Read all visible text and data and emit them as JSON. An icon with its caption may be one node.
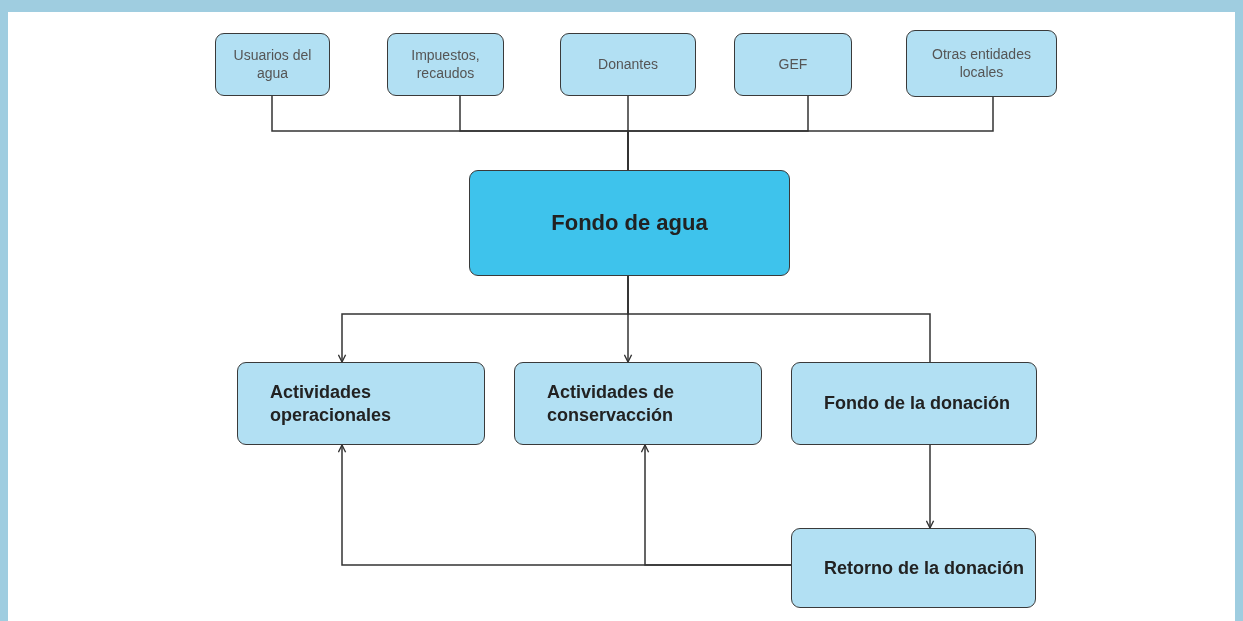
{
  "diagram": {
    "nodes": [
      {
        "text": [
          "Usuarios del agua"
        ]
      },
      {
        "text": [
          "Impuestos, recaudos"
        ]
      },
      {
        "text": [
          "Donantes"
        ]
      },
      {
        "text": [
          "GEF"
        ]
      },
      {
        "text": [
          "Otras entidades locales"
        ]
      },
      {
        "text": [
          "Fondo de agua"
        ]
      },
      {
        "text": [
          "Actividades operacionales"
        ]
      },
      {
        "text": [
          "Actividades de conservacción"
        ]
      },
      {
        "text": [
          "Fondo de la donación"
        ]
      },
      {
        "text": [
          "Retorno de la donación"
        ]
      }
    ],
    "edges": [
      {
        "from": 0,
        "to": 5,
        "arrow": "none"
      },
      {
        "from": 1,
        "to": 5,
        "arrow": "none"
      },
      {
        "from": 2,
        "to": 5,
        "arrow": "none"
      },
      {
        "from": 3,
        "to": 5,
        "arrow": "none"
      },
      {
        "from": 4,
        "to": 5,
        "arrow": "none"
      },
      {
        "from": 5,
        "to": 6,
        "arrow": "to"
      },
      {
        "from": 5,
        "to": 7,
        "arrow": "to"
      },
      {
        "from": 5,
        "to": 8,
        "arrow": "none"
      },
      {
        "from": 8,
        "to": 9,
        "arrow": "to"
      },
      {
        "from": 9,
        "to": 6,
        "arrow": "to"
      },
      {
        "from": 9,
        "to": 7,
        "arrow": "to"
      }
    ]
  }
}
